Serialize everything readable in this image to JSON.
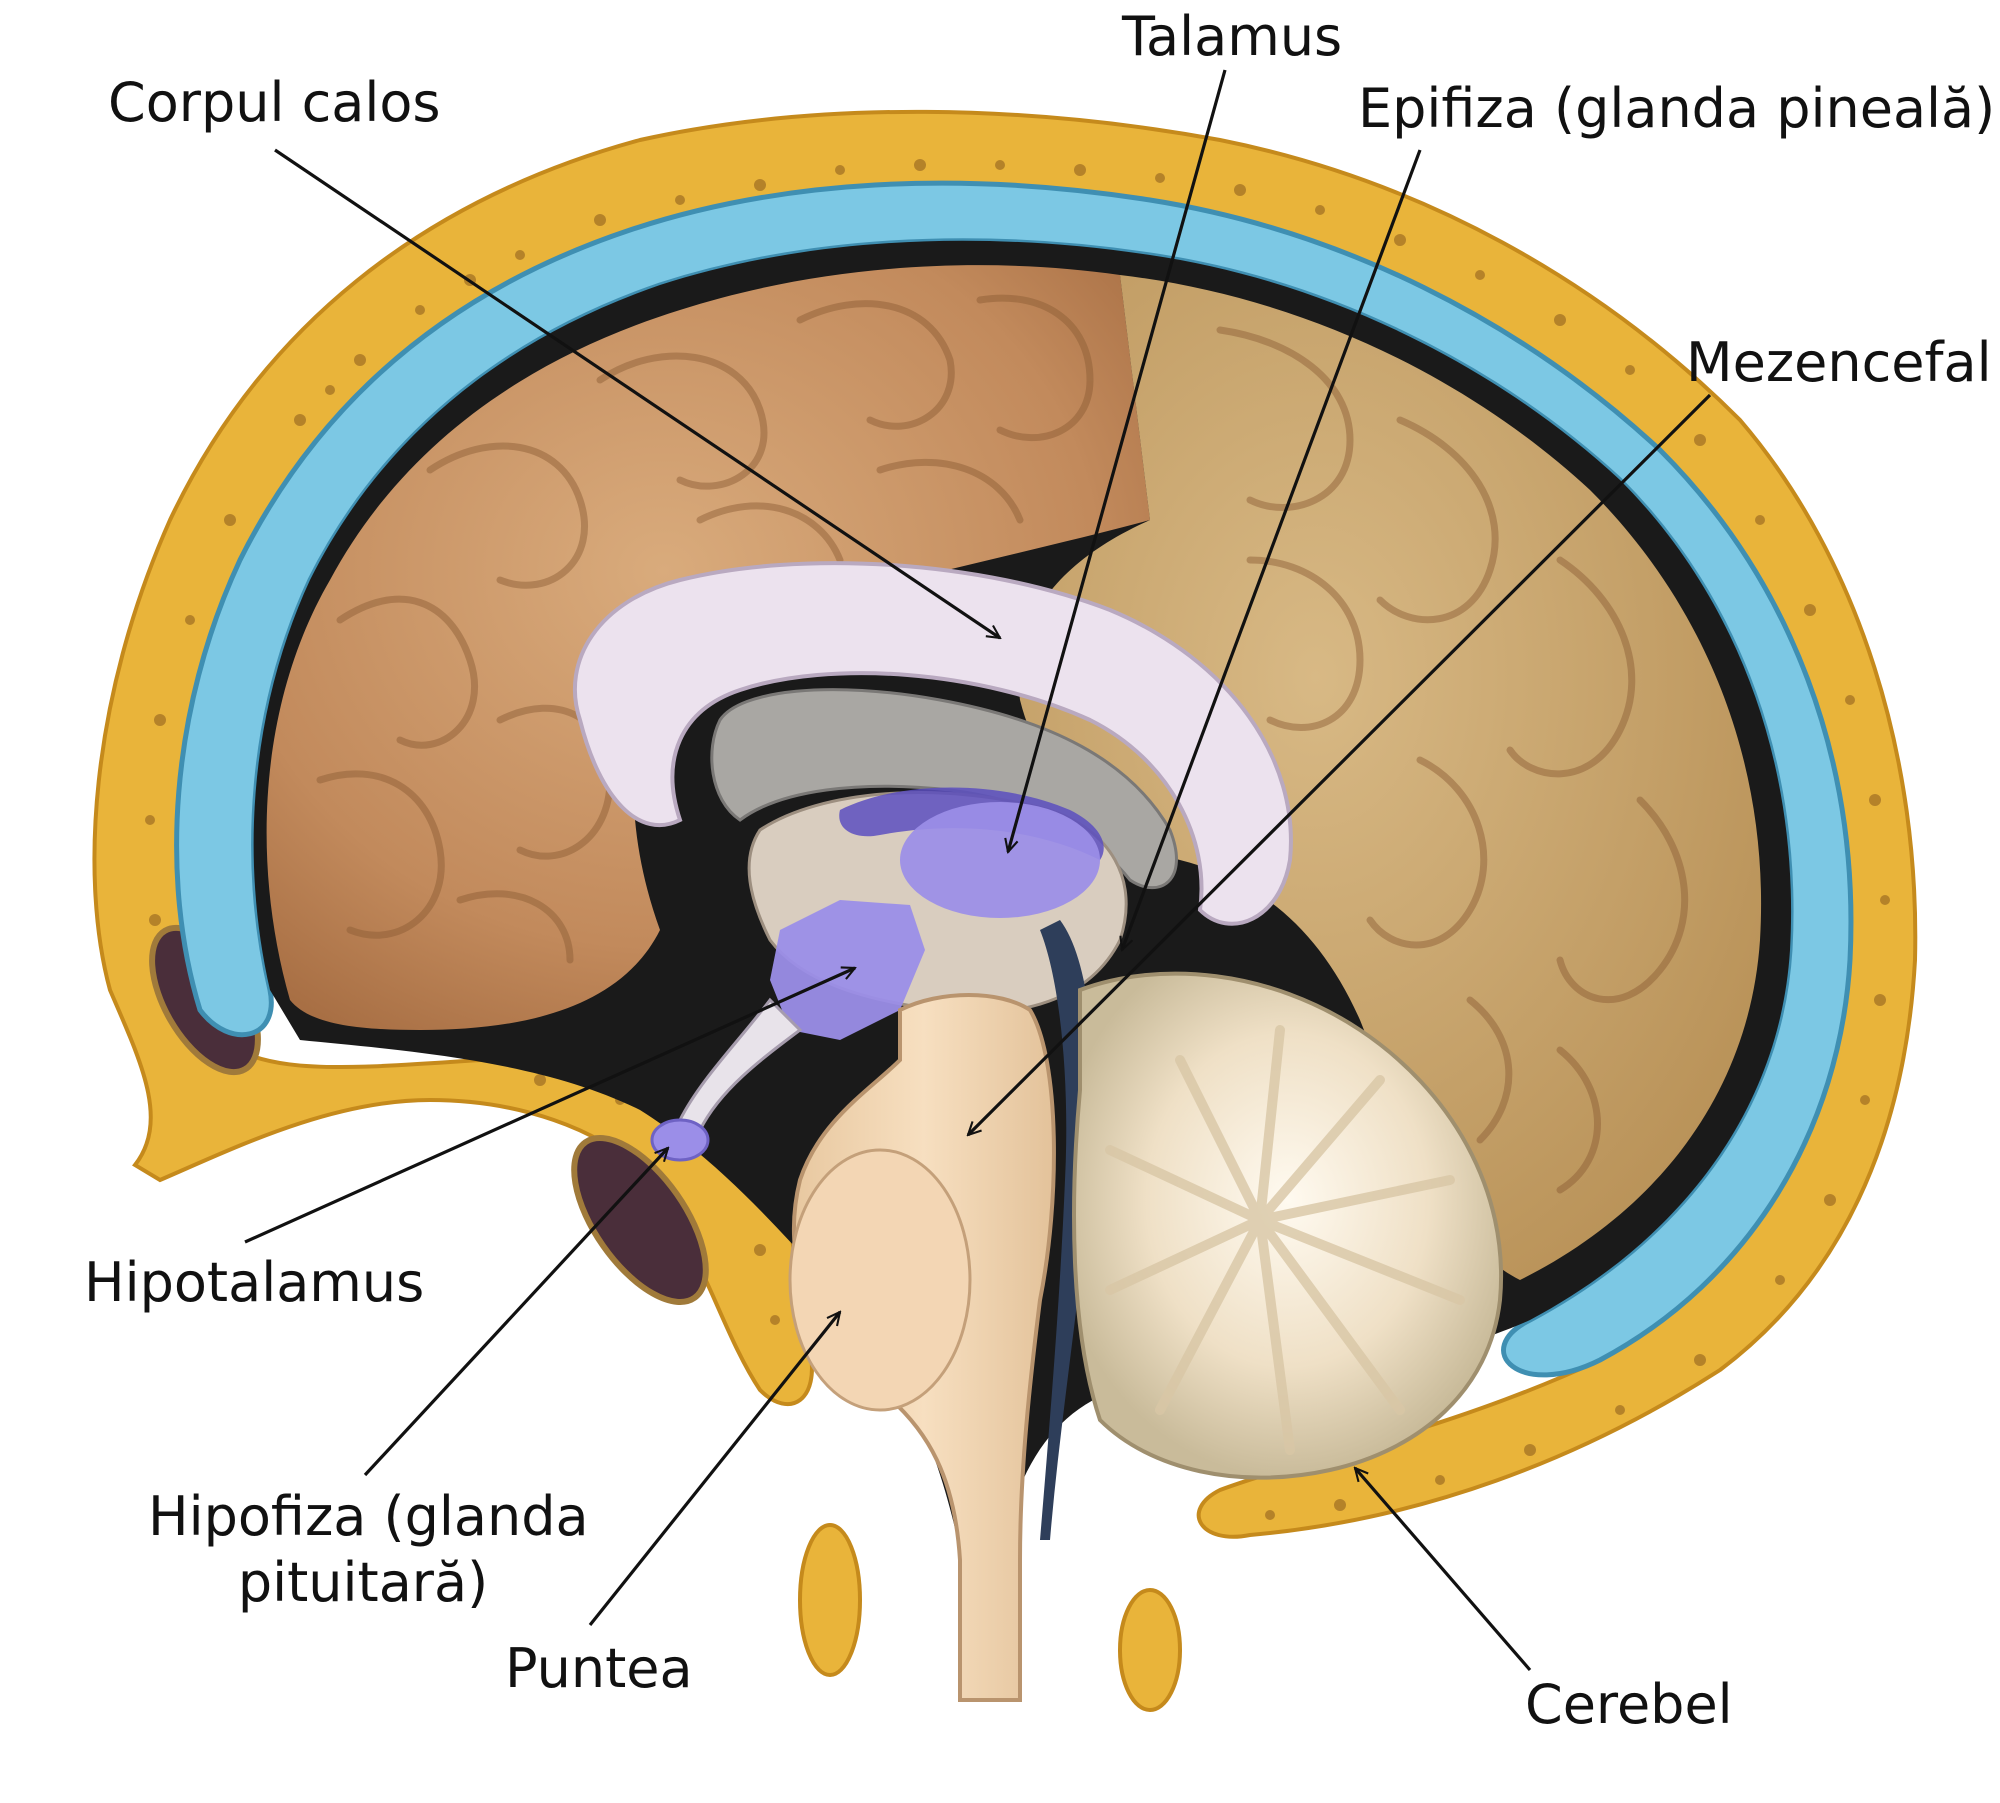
{
  "labels": {
    "talamus": "Talamus",
    "corpul_calos": "Corpul calos",
    "epifiza": "Epifiza (glanda pineală)",
    "mezencefal": "Mezencefal",
    "hipotalamus": "Hipotalamus",
    "hipofiza_line1": "Hipofiza (glanda",
    "hipofiza_line2": "pituitară)",
    "puntea": "Puntea",
    "cerebel": "Cerebel"
  },
  "colors": {
    "bone": "#e9b43a",
    "dura_blue": "#7cc8e4",
    "cortex": "#c89466",
    "corpus_callosum": "#ece2ee",
    "thalamus": "#9b8ee8",
    "brainstem": "#f3d6b4",
    "cerebellum": "#efe2cc"
  }
}
